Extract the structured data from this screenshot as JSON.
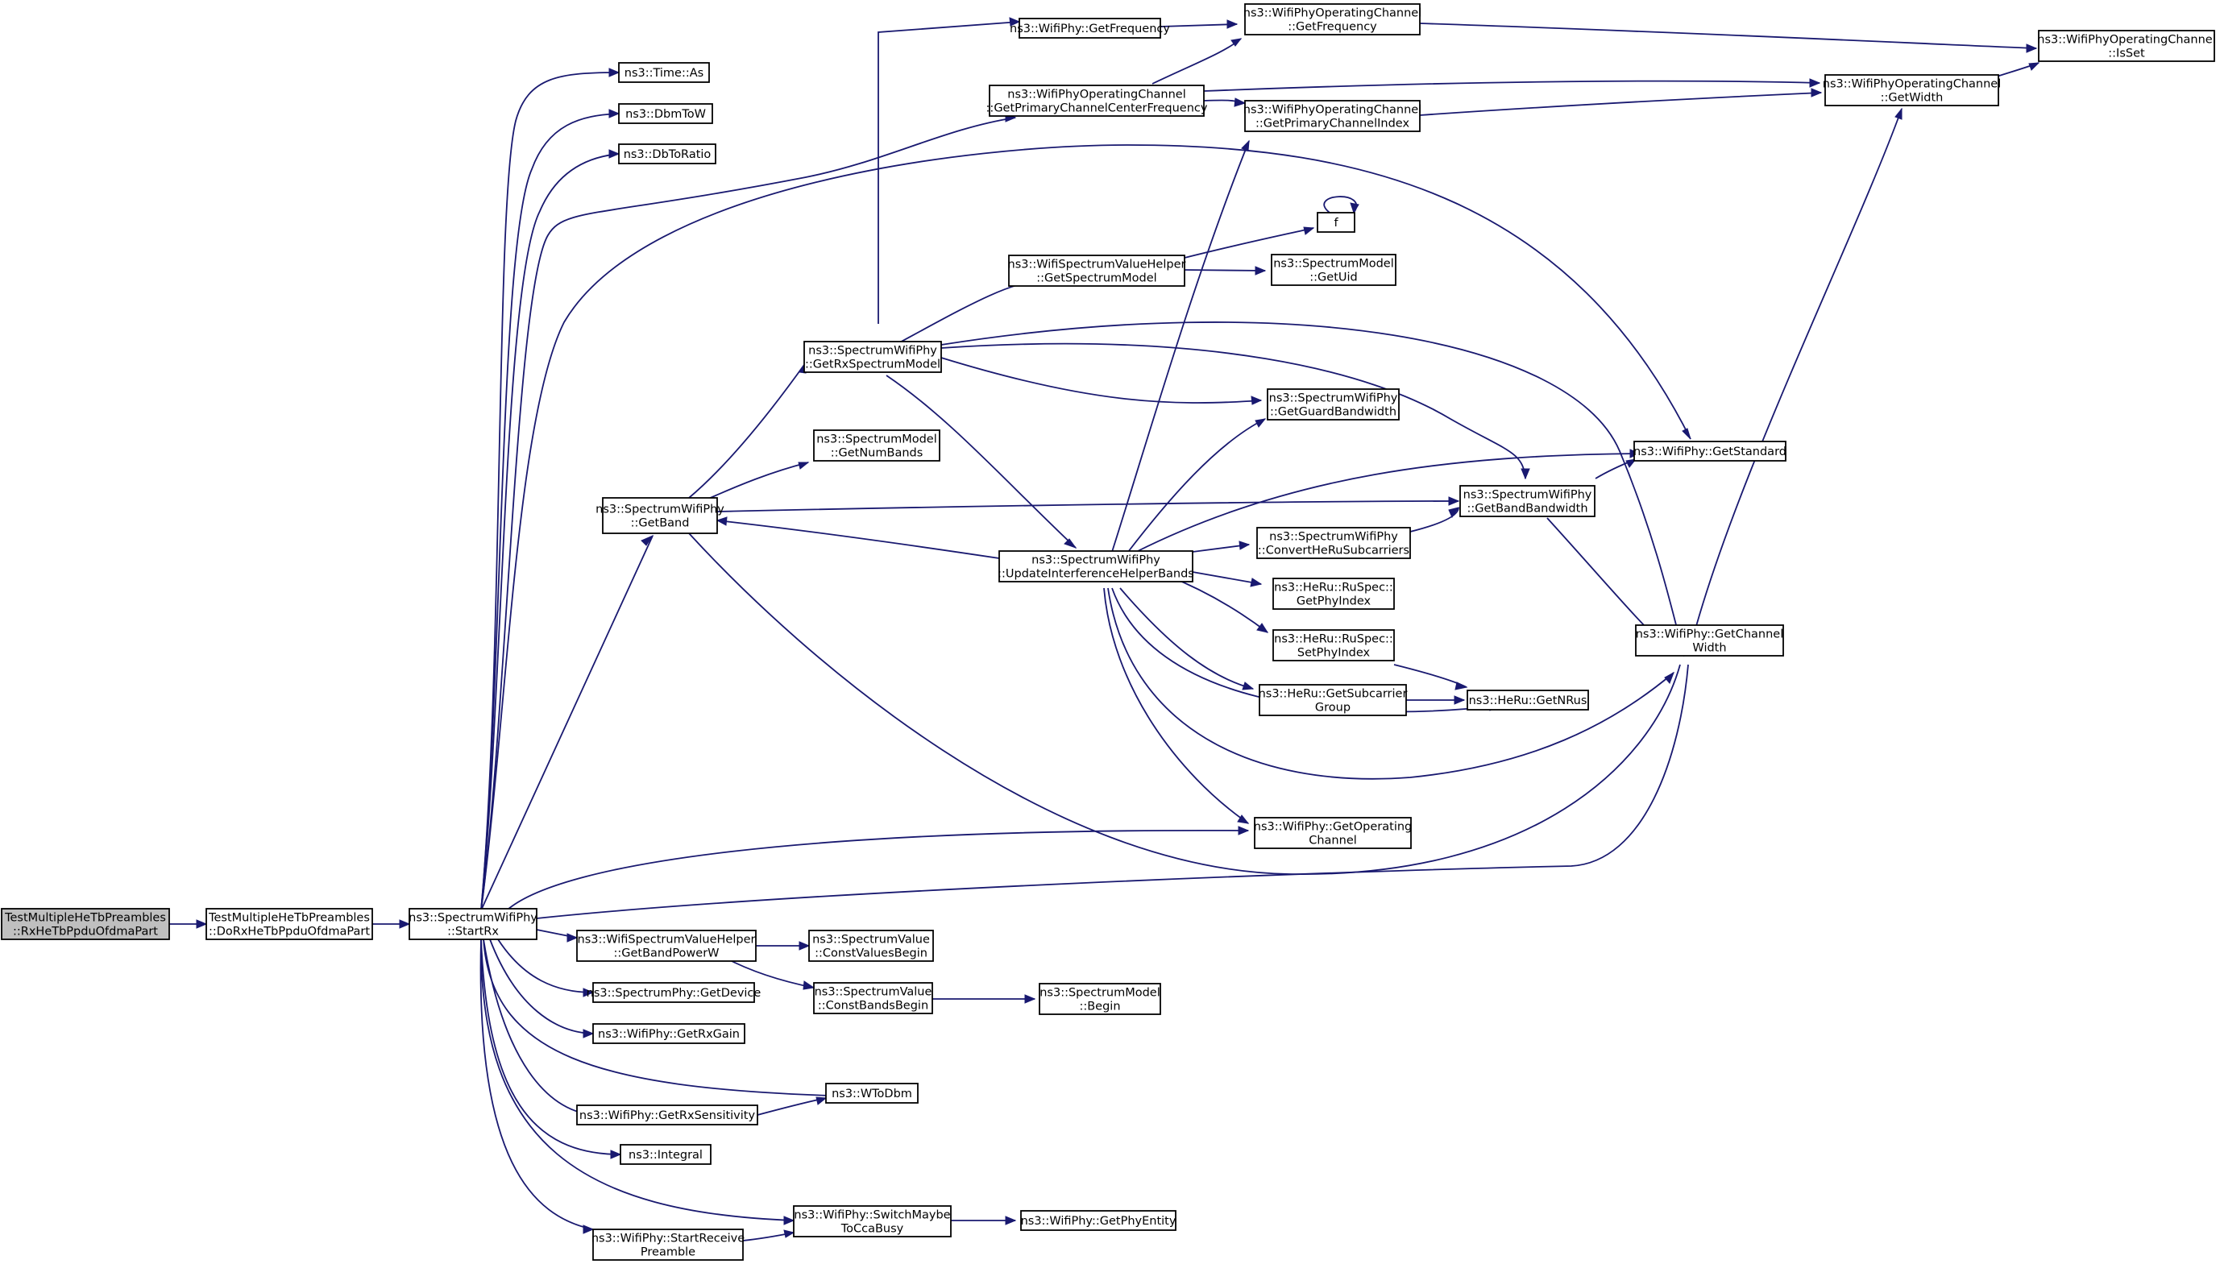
{
  "graph": {
    "edge_color": "#191970",
    "root_fill": "#bfbfbf",
    "nodes": [
      {
        "id": "n0",
        "lines": [
          "TestMultipleHeTbPreambles",
          "::RxHeTbPpduOfdmaPart"
        ],
        "root": true
      },
      {
        "id": "n1",
        "lines": [
          "TestMultipleHeTbPreambles",
          "::DoRxHeTbPpduOfdmaPart"
        ]
      },
      {
        "id": "n2",
        "lines": [
          "ns3::SpectrumWifiPhy",
          "::StartRx"
        ]
      },
      {
        "id": "n3",
        "lines": [
          "ns3::Time::As"
        ]
      },
      {
        "id": "n4",
        "lines": [
          "ns3::DbmToW"
        ]
      },
      {
        "id": "n5",
        "lines": [
          "ns3::DbToRatio"
        ]
      },
      {
        "id": "n6",
        "lines": [
          "ns3::SpectrumWifiPhy",
          "::GetBand"
        ]
      },
      {
        "id": "n7",
        "lines": [
          "ns3::WifiSpectrumValueHelper",
          "::GetBandPowerW"
        ]
      },
      {
        "id": "n8",
        "lines": [
          "ns3::SpectrumPhy::GetDevice"
        ]
      },
      {
        "id": "n9",
        "lines": [
          "ns3::WifiPhy::GetRxGain"
        ]
      },
      {
        "id": "n10",
        "lines": [
          "ns3::WifiPhy::GetRxSensitivity"
        ]
      },
      {
        "id": "n11",
        "lines": [
          "ns3::Integral"
        ]
      },
      {
        "id": "n12",
        "lines": [
          "ns3::WifiPhy::StartReceive",
          "Preamble"
        ]
      },
      {
        "id": "n13",
        "lines": [
          "ns3::WifiPhy::GetFrequency"
        ]
      },
      {
        "id": "n14",
        "lines": [
          "ns3::WifiPhyOperatingChannel",
          "::GetPrimaryChannelCenterFrequency"
        ]
      },
      {
        "id": "n15",
        "lines": [
          "ns3::SpectrumWifiPhy",
          "::GetRxSpectrumModel"
        ]
      },
      {
        "id": "n16",
        "lines": [
          "ns3::SpectrumModel",
          "::GetNumBands"
        ]
      },
      {
        "id": "n17",
        "lines": [
          "ns3::WifiSpectrumValueHelper",
          "::GetSpectrumModel"
        ]
      },
      {
        "id": "n18",
        "lines": [
          "ns3::SpectrumWifiPhy",
          "::UpdateInterferenceHelperBands"
        ]
      },
      {
        "id": "n19",
        "lines": [
          "ns3::SpectrumValue",
          "::ConstValuesBegin"
        ]
      },
      {
        "id": "n20",
        "lines": [
          "ns3::SpectrumValue",
          "::ConstBandsBegin"
        ]
      },
      {
        "id": "n21",
        "lines": [
          "ns3::WToDbm"
        ]
      },
      {
        "id": "n22",
        "lines": [
          "ns3::WifiPhy::SwitchMaybe",
          "ToCcaBusy"
        ]
      },
      {
        "id": "n23",
        "lines": [
          "ns3::WifiPhyOperatingChannel",
          "::GetFrequency"
        ]
      },
      {
        "id": "n24",
        "lines": [
          "ns3::WifiPhyOperatingChannel",
          "::GetPrimaryChannelIndex"
        ]
      },
      {
        "id": "n25",
        "lines": [
          "f"
        ]
      },
      {
        "id": "n26",
        "lines": [
          "ns3::SpectrumModel",
          "::GetUid"
        ]
      },
      {
        "id": "n27",
        "lines": [
          "ns3::SpectrumWifiPhy",
          "::GetGuardBandwidth"
        ]
      },
      {
        "id": "n28",
        "lines": [
          "ns3::SpectrumWifiPhy",
          "::ConvertHeRuSubcarriers"
        ]
      },
      {
        "id": "n29",
        "lines": [
          "ns3::HeRu::RuSpec::",
          "GetPhyIndex"
        ]
      },
      {
        "id": "n30",
        "lines": [
          "ns3::HeRu::RuSpec::",
          "SetPhyIndex"
        ]
      },
      {
        "id": "n31",
        "lines": [
          "ns3::HeRu::GetSubcarrier",
          "Group"
        ]
      },
      {
        "id": "n32",
        "lines": [
          "ns3::WifiPhy::GetOperating",
          "Channel"
        ]
      },
      {
        "id": "n33",
        "lines": [
          "ns3::SpectrumModel",
          "::Begin"
        ]
      },
      {
        "id": "n34",
        "lines": [
          "ns3::WifiPhy::GetPhyEntity"
        ]
      },
      {
        "id": "n35",
        "lines": [
          "ns3::SpectrumWifiPhy",
          "::GetBandBandwidth"
        ]
      },
      {
        "id": "n36",
        "lines": [
          "ns3::HeRu::GetNRus"
        ]
      },
      {
        "id": "n37",
        "lines": [
          "ns3::WifiPhyOperatingChannel",
          "::GetWidth"
        ]
      },
      {
        "id": "n38",
        "lines": [
          "ns3::WifiPhy::GetStandard"
        ]
      },
      {
        "id": "n39",
        "lines": [
          "ns3::WifiPhy::GetChannel",
          "Width"
        ]
      },
      {
        "id": "n40",
        "lines": [
          "ns3::WifiPhyOperatingChannel",
          "::IsSet"
        ]
      }
    ]
  }
}
